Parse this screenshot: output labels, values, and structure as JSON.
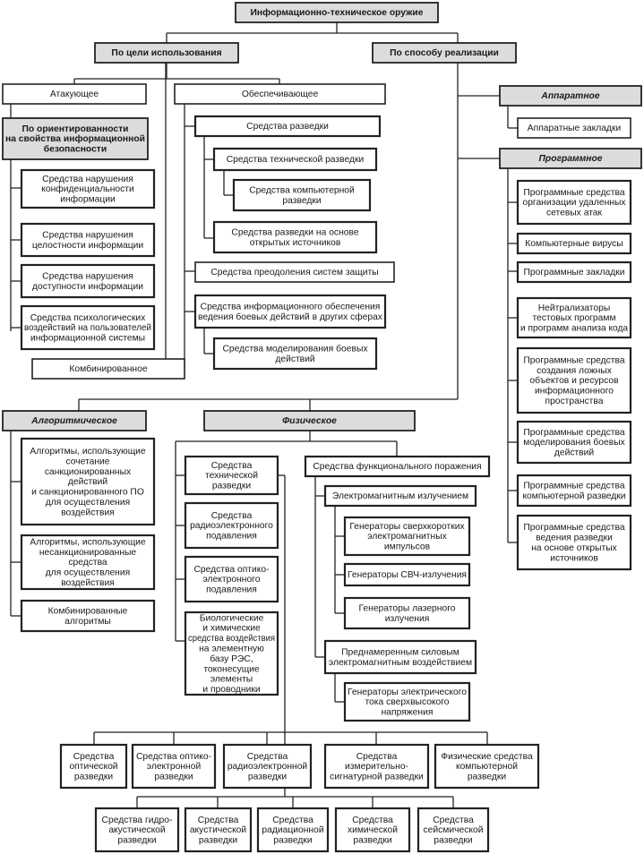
{
  "nodes": [
    {
      "id": "root",
      "text": [
        "Информационно-техническое оружие"
      ],
      "style": "grey b"
    },
    {
      "id": "purpose",
      "text": [
        "По цели использования"
      ],
      "style": "grey b"
    },
    {
      "id": "method",
      "text": [
        "По способу реализации"
      ],
      "style": "grey b"
    },
    {
      "id": "attacking",
      "text": [
        "Атакующее"
      ],
      "style": ""
    },
    {
      "id": "supporting",
      "text": [
        "Обеспечивающее"
      ],
      "style": ""
    },
    {
      "id": "orientation",
      "text": [
        "По ориентированности",
        "на свойства информационной",
        "безопасности"
      ],
      "style": "grey b"
    },
    {
      "id": "confid",
      "text": [
        "Средства нарушения",
        "конфиденциальности",
        "информации"
      ],
      "style": "shade"
    },
    {
      "id": "integrity",
      "text": [
        "Средства нарушения",
        "целостности информации"
      ],
      "style": "shade"
    },
    {
      "id": "availability",
      "text": [
        "Средства нарушения",
        "доступности информации"
      ],
      "style": "shade"
    },
    {
      "id": "psych",
      "text": [
        "Средства психологических",
        "воздействий на пользователей",
        "информационной системы"
      ],
      "style": "shade"
    },
    {
      "id": "combined1",
      "text": [
        "Комбинированное"
      ],
      "style": ""
    },
    {
      "id": "recon",
      "text": [
        "Средства разведки"
      ],
      "style": "shade"
    },
    {
      "id": "techrecon",
      "text": [
        "Средства технической разведки"
      ],
      "style": "shade"
    },
    {
      "id": "comprecon",
      "text": [
        "Средства компьютерной",
        "разведки"
      ],
      "style": "shade"
    },
    {
      "id": "osint",
      "text": [
        "Средства разведки на основе",
        "открытых источников"
      ],
      "style": "shade"
    },
    {
      "id": "overcome",
      "text": [
        "Средства преодоления систем защиты"
      ],
      "style": ""
    },
    {
      "id": "infosupport",
      "text": [
        "Средства информационного обеспечения",
        "ведения боевых действий в других сферах"
      ],
      "style": "shade"
    },
    {
      "id": "modeling",
      "text": [
        "Средства моделирования боевых",
        "действий"
      ],
      "style": "shade"
    },
    {
      "id": "hardware",
      "text": [
        "Аппаратное"
      ],
      "style": "grey i"
    },
    {
      "id": "hwbugs",
      "text": [
        "Аппаратные закладки"
      ],
      "style": ""
    },
    {
      "id": "software",
      "text": [
        "Программное"
      ],
      "style": "grey i"
    },
    {
      "id": "sw_remote",
      "text": [
        "Программные средства",
        "организации удаленных",
        "сетевых атак"
      ],
      "style": "shade"
    },
    {
      "id": "sw_virus",
      "text": [
        "Компьютерные вирусы"
      ],
      "style": "shade"
    },
    {
      "id": "sw_bugs",
      "text": [
        "Программные закладки"
      ],
      "style": "shade"
    },
    {
      "id": "sw_neutral",
      "text": [
        "Нейтрализаторы",
        "тестовых программ",
        "и программ анализа кода"
      ],
      "style": "shade"
    },
    {
      "id": "sw_false",
      "text": [
        "Программные средства",
        "создания ложных",
        "объектов и ресурсов",
        "информационного",
        "пространства"
      ],
      "style": "shade"
    },
    {
      "id": "sw_model",
      "text": [
        "Программные средства",
        "моделирования боевых",
        "действий"
      ],
      "style": "shade"
    },
    {
      "id": "sw_comprec",
      "text": [
        "Программные средства",
        "компьютерной разведки"
      ],
      "style": "shade"
    },
    {
      "id": "sw_osint",
      "text": [
        "Программные средства",
        "ведения разведки",
        "на основе открытых",
        "источников"
      ],
      "style": "shade"
    },
    {
      "id": "algorithmic",
      "text": [
        "Алгоритмическое"
      ],
      "style": "grey i"
    },
    {
      "id": "alg_auth",
      "text": [
        "Алгоритмы, использующие",
        "сочетание",
        "санкционированных",
        "действий",
        "и санкционированного ПО",
        "для осуществления",
        "воздействия"
      ],
      "style": "shade"
    },
    {
      "id": "alg_unauth",
      "text": [
        "Алгоритмы, использующие",
        "несанкционированные",
        "средства",
        "для осуществления",
        "воздействия"
      ],
      "style": "shade"
    },
    {
      "id": "alg_comb",
      "text": [
        "Комбинированные",
        "алгоритмы"
      ],
      "style": "shade"
    },
    {
      "id": "physical",
      "text": [
        "Физическое"
      ],
      "style": "grey i"
    },
    {
      "id": "ph_techrecon",
      "text": [
        "Средства",
        "технической",
        "разведки"
      ],
      "style": "shade"
    },
    {
      "id": "ph_radioel",
      "text": [
        "Средства",
        "радиоэлектронного",
        "подавления"
      ],
      "style": "shade"
    },
    {
      "id": "ph_optic",
      "text": [
        "Средства оптико-",
        "электронного",
        "подавления"
      ],
      "style": "shade"
    },
    {
      "id": "ph_biochem",
      "text": [
        "Биологические",
        "и химические",
        "средства воздействия",
        "на элементную",
        "базу РЭС,",
        "токонесущие",
        "элементы",
        "и проводники"
      ],
      "style": "shade"
    },
    {
      "id": "ph_functional",
      "text": [
        "Средства функционального поражения"
      ],
      "style": "shade"
    },
    {
      "id": "emr",
      "text": [
        "Электромагнитным излучением"
      ],
      "style": "shade"
    },
    {
      "id": "gen_ultra",
      "text": [
        "Генераторы сверхкоротких",
        "электромагнитных",
        "импульсов"
      ],
      "style": "shade"
    },
    {
      "id": "gen_shf",
      "text": [
        "Генераторы СВЧ-излучения"
      ],
      "style": "shade"
    },
    {
      "id": "gen_laser",
      "text": [
        "Генераторы лазерного",
        "излучения"
      ],
      "style": "shade"
    },
    {
      "id": "deliberate",
      "text": [
        "Преднамеренным силовым",
        "электромагнитным воздействием"
      ],
      "style": "shade"
    },
    {
      "id": "gen_hv",
      "text": [
        "Генераторы электрического",
        "тока сверхвысокого",
        "напряжения"
      ],
      "style": "shade"
    },
    {
      "id": "b_optic",
      "text": [
        "Средства",
        "оптической",
        "разведки"
      ],
      "style": "shade"
    },
    {
      "id": "b_optoel",
      "text": [
        "Средства оптико-",
        "электронной",
        "разведки"
      ],
      "style": "shade"
    },
    {
      "id": "b_radioel",
      "text": [
        "Средства",
        "радиоэлектронной",
        "разведки"
      ],
      "style": "shade"
    },
    {
      "id": "b_measure",
      "text": [
        "Средства",
        "измерительно-",
        "сигнатурной разведки"
      ],
      "style": "shade"
    },
    {
      "id": "b_physcomp",
      "text": [
        "Физические средства",
        "компьютерной",
        "разведки"
      ],
      "style": "shade"
    },
    {
      "id": "c_hydro",
      "text": [
        "Средства гидро-",
        "акустической",
        "разведки"
      ],
      "style": "shade"
    },
    {
      "id": "c_acoustic",
      "text": [
        "Средства",
        "акустической",
        "разведки"
      ],
      "style": "shade"
    },
    {
      "id": "c_radiation",
      "text": [
        "Средства",
        "радиационной",
        "разведки"
      ],
      "style": "shade"
    },
    {
      "id": "c_chem",
      "text": [
        "Средства",
        "химической",
        "разведки"
      ],
      "style": "shade"
    },
    {
      "id": "c_seismic",
      "text": [
        "Средства",
        "сейсмической",
        "разведки"
      ],
      "style": "shade"
    }
  ]
}
